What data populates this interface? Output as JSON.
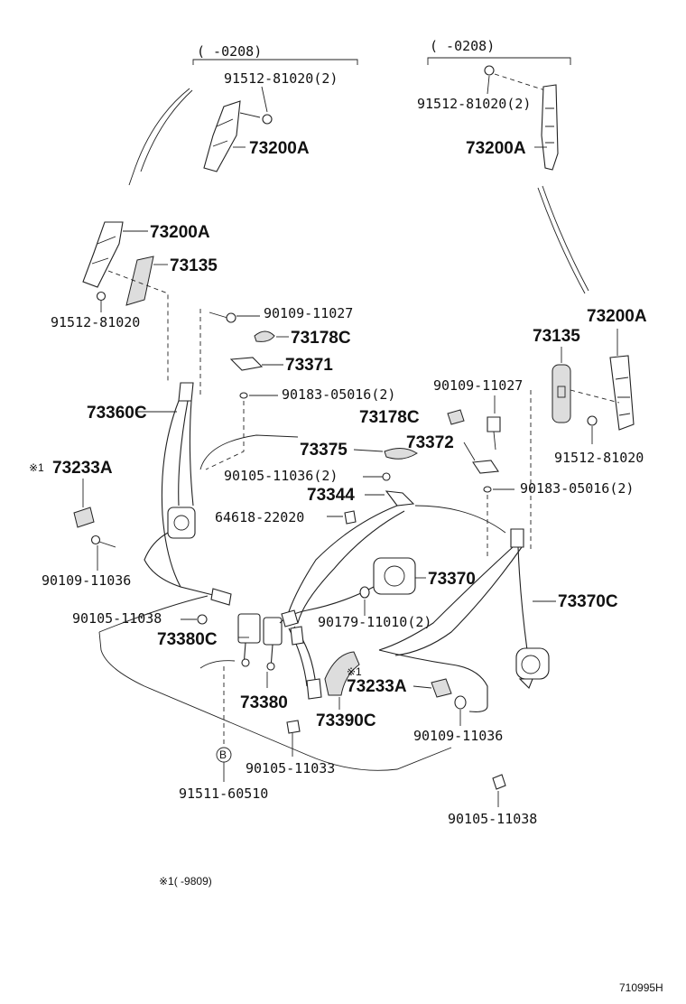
{
  "diagram": {
    "figure_id": "710995H",
    "footnote": "※1(    -9809)",
    "notes": {
      "left_year": "(      -0208)",
      "right_year": "(      -0208)",
      "ref_mark": "※1",
      "circle_b": "B"
    },
    "labels": {
      "p_91512_81020_2_left": "91512-81020(2)",
      "p_73200a_left_top": "73200A",
      "p_91512_81020_2_right": "91512-81020(2)",
      "p_73200a_right_top": "73200A",
      "p_73200a_left_mid": "73200A",
      "p_73135_left": "73135",
      "p_91512_81020_left": "91512-81020",
      "p_90109_11027_left": "90109-11027",
      "p_73178c_left": "73178C",
      "p_73371": "73371",
      "p_90183_05016_2_left": "90183-05016(2)",
      "p_73360c": "73360C",
      "p_73233a_left": "73233A",
      "p_90109_11036_left": "90109-11036",
      "p_90105_11038_left": "90105-11038",
      "p_73380c": "73380C",
      "p_73380": "73380",
      "p_91511_60510": "91511-60510",
      "p_90105_11033": "90105-11033",
      "p_73375": "73375",
      "p_90105_11036_2": "90105-11036(2)",
      "p_73344": "73344",
      "p_64618_22020": "64618-22020",
      "p_73370": "73370",
      "p_90179_11010_2": "90179-11010(2)",
      "p_73233a_mid": "73233A",
      "p_73390c": "73390C",
      "p_73200a_right_mid": "73200A",
      "p_73135_right": "73135",
      "p_90109_11027_right": "90109-11027",
      "p_73178c_right": "73178C",
      "p_73372": "73372",
      "p_91512_81020_right": "91512-81020",
      "p_90183_05016_2_right": "90183-05016(2)",
      "p_73370c": "73370C",
      "p_90109_11036_right": "90109-11036",
      "p_90105_11038_right": "90105-11038"
    }
  }
}
